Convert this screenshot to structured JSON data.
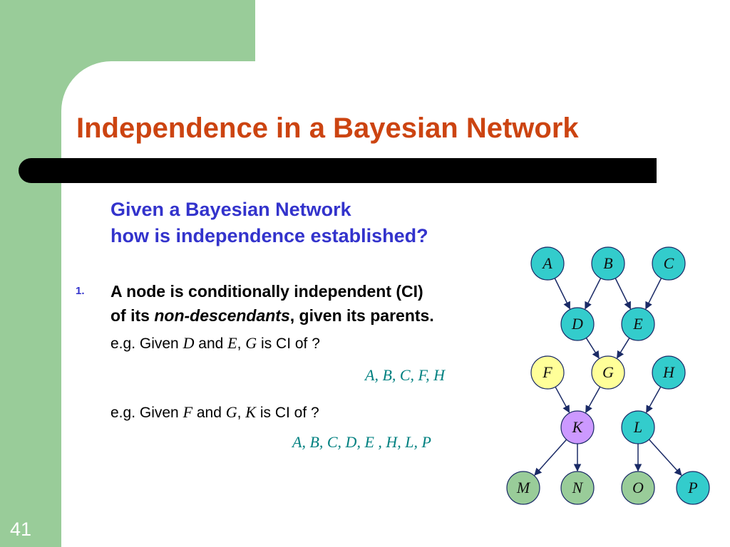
{
  "title": "Independence in a Bayesian Network",
  "subtitle": {
    "line1": "Given a Bayesian Network",
    "line2": "how is independence established?"
  },
  "list_number": "1.",
  "point": {
    "line1": "A node is conditionally independent (CI)",
    "line2_prefix": "of its ",
    "line2_emph": "non-descendants",
    "line2_suffix": ", given its parents."
  },
  "example1": {
    "prefix": "e.g. Given ",
    "v1": "D",
    "and": " and ",
    "v2": "E",
    "comma": ", ",
    "v3": "G",
    "suffix": " is CI of ?",
    "answer": "A, B, C, F, H"
  },
  "example2": {
    "prefix": "e.g. Given ",
    "v1": "F",
    "and": " and ",
    "v2": "G",
    "comma": ", ",
    "v3": "K",
    "suffix": " is CI of ?",
    "answer": "A, B, C, D, E , H, L, P"
  },
  "page_number": "41",
  "colors": {
    "title": "#cc4411",
    "subtitle": "#3333cc",
    "answer": "#008080",
    "node_teal": "#33cccc",
    "node_yellow": "#ffff99",
    "node_lavender": "#cc99ff",
    "node_green": "#99cc99",
    "edge": "#1a2a66",
    "background": "#99cc99"
  },
  "network": {
    "nodes": [
      {
        "id": "A",
        "label": "A",
        "color": "node_teal"
      },
      {
        "id": "B",
        "label": "B",
        "color": "node_teal"
      },
      {
        "id": "C",
        "label": "C",
        "color": "node_teal"
      },
      {
        "id": "D",
        "label": "D",
        "color": "node_teal"
      },
      {
        "id": "E",
        "label": "E",
        "color": "node_teal"
      },
      {
        "id": "F",
        "label": "F",
        "color": "node_yellow"
      },
      {
        "id": "G",
        "label": "G",
        "color": "node_yellow"
      },
      {
        "id": "H",
        "label": "H",
        "color": "node_teal"
      },
      {
        "id": "K",
        "label": "K",
        "color": "node_lavender"
      },
      {
        "id": "L",
        "label": "L",
        "color": "node_teal"
      },
      {
        "id": "M",
        "label": "M",
        "color": "node_green"
      },
      {
        "id": "N",
        "label": "N",
        "color": "node_green"
      },
      {
        "id": "O",
        "label": "O",
        "color": "node_green"
      },
      {
        "id": "P",
        "label": "P",
        "color": "node_teal"
      }
    ],
    "edges": [
      {
        "from": "A",
        "to": "D"
      },
      {
        "from": "B",
        "to": "D"
      },
      {
        "from": "B",
        "to": "E"
      },
      {
        "from": "C",
        "to": "E"
      },
      {
        "from": "D",
        "to": "G"
      },
      {
        "from": "E",
        "to": "G"
      },
      {
        "from": "F",
        "to": "K"
      },
      {
        "from": "G",
        "to": "K"
      },
      {
        "from": "H",
        "to": "L"
      },
      {
        "from": "K",
        "to": "M"
      },
      {
        "from": "K",
        "to": "N"
      },
      {
        "from": "L",
        "to": "O"
      },
      {
        "from": "L",
        "to": "P"
      }
    ]
  }
}
